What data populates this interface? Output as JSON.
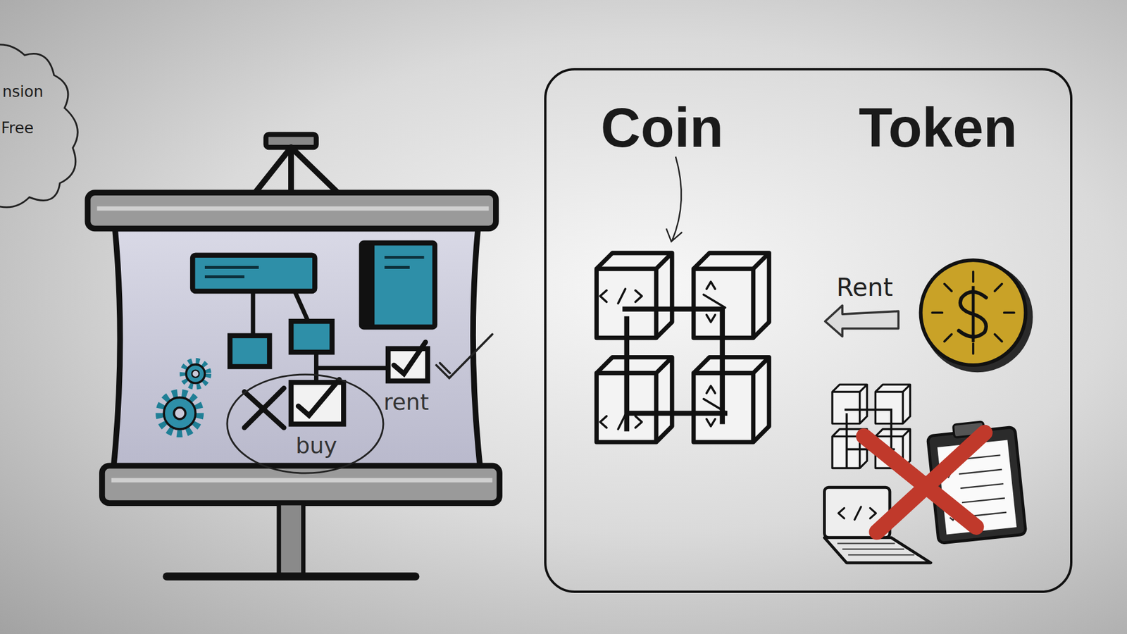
{
  "diagram": {
    "nodes": [
      {
        "text": [
          "nsion",
          "Free"
        ]
      },
      {
        "text": [
          "buy"
        ]
      },
      {
        "text": [
          "Coin",
          "Token"
        ]
      }
    ],
    "labels": [
      "rent",
      "Rent"
    ]
  }
}
